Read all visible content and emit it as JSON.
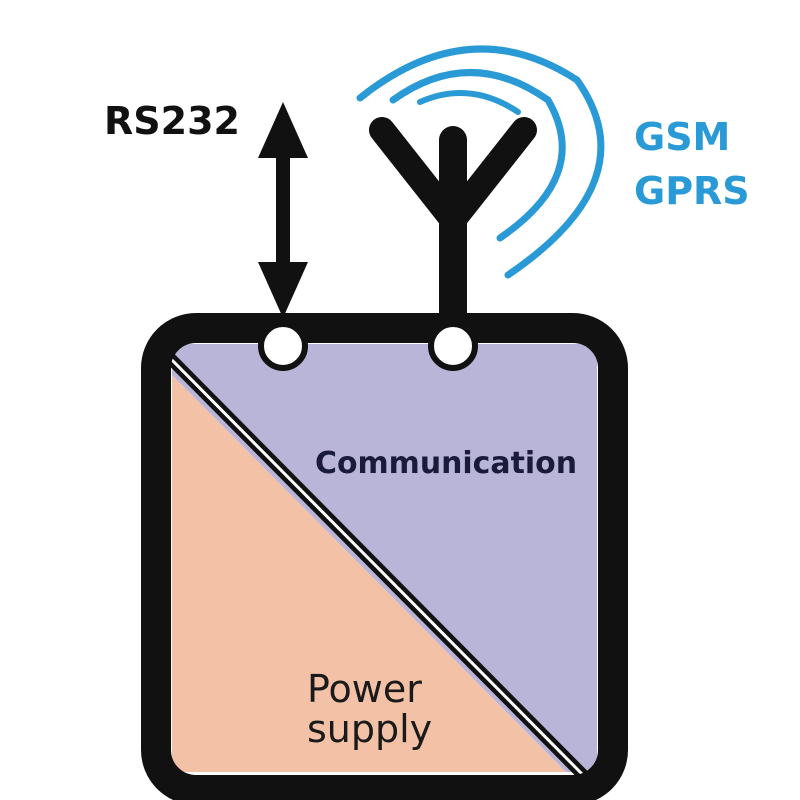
{
  "labels": {
    "rs232": "RS232",
    "gsm": "GSM",
    "gprs": "GPRS",
    "communication": "Communication",
    "power_line1": "Power",
    "power_line2": "supply"
  },
  "icons": {
    "antenna": "antenna-icon",
    "signal_waves": "signal-waves-icon",
    "bidirectional_arrow": "bidirectional-arrow-icon"
  },
  "colors": {
    "outline": "#111111",
    "communication_fill": "#b9b5d9",
    "power_fill": "#f3c2a6",
    "signal_blue": "#2a9ad6",
    "port_fill": "#ffffff"
  }
}
